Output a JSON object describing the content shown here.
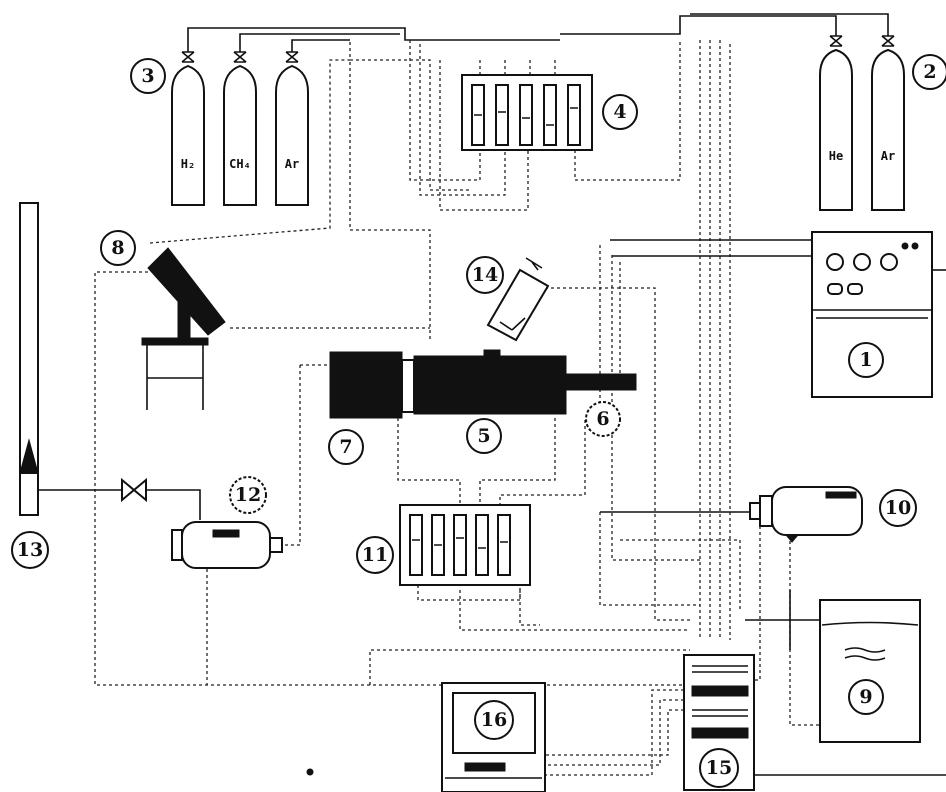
{
  "components": [
    {
      "id": "1",
      "label": "1"
    },
    {
      "id": "2",
      "label": "2"
    },
    {
      "id": "3",
      "label": "3"
    },
    {
      "id": "4",
      "label": "4"
    },
    {
      "id": "5",
      "label": "5"
    },
    {
      "id": "6",
      "label": "6"
    },
    {
      "id": "7",
      "label": "7"
    },
    {
      "id": "8",
      "label": "8"
    },
    {
      "id": "9",
      "label": "9"
    },
    {
      "id": "10",
      "label": "10"
    },
    {
      "id": "11",
      "label": "11"
    },
    {
      "id": "12",
      "label": "12"
    },
    {
      "id": "13",
      "label": "13"
    },
    {
      "id": "14",
      "label": "14"
    },
    {
      "id": "15",
      "label": "15"
    },
    {
      "id": "16",
      "label": "16"
    }
  ],
  "gas_cylinders": {
    "group_3": [
      "H₂",
      "CH₄",
      "Ar"
    ],
    "group_2": [
      "He",
      "Ar"
    ]
  }
}
